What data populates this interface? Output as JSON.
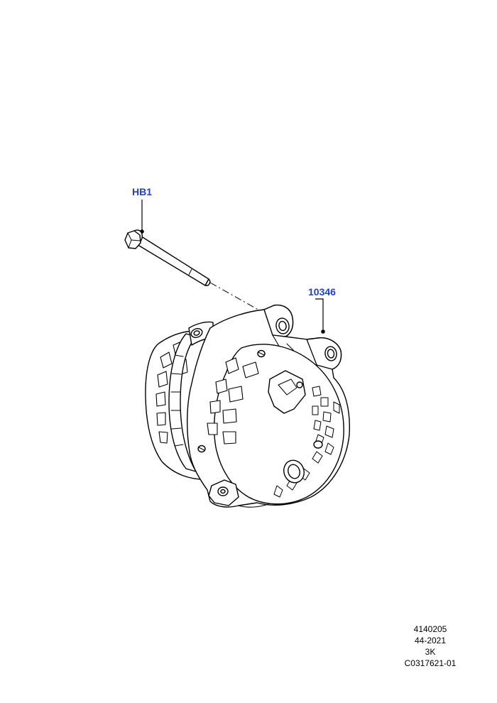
{
  "colors": {
    "callout": "#1f3fd6",
    "line": "#000000",
    "background": "#ffffff"
  },
  "callouts": {
    "bolt": "HB1",
    "alternator": "10346"
  },
  "reference": {
    "line1": "4140205",
    "line2": "44-2021",
    "line3": "3K",
    "line4": "C0317621-01"
  }
}
